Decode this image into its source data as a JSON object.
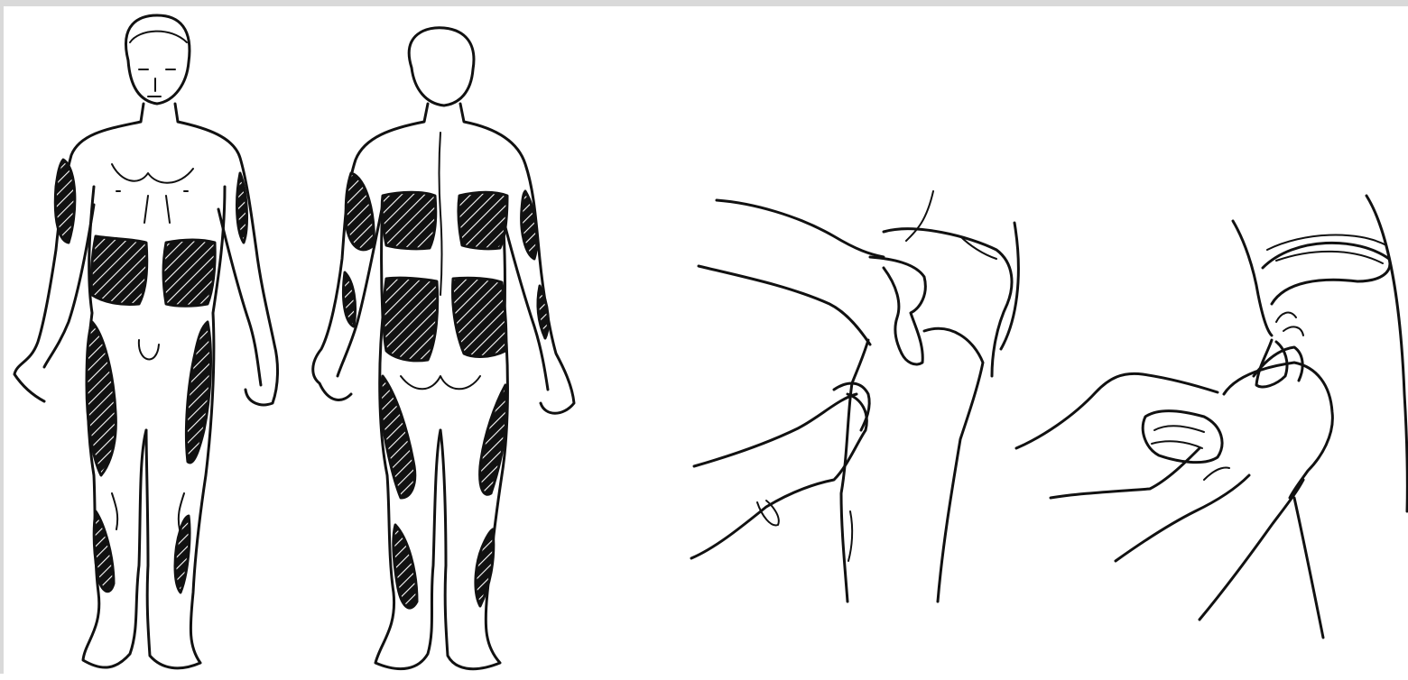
{
  "figure": {
    "panels": [
      {
        "id": "body-front",
        "subject": "human-figure-front"
      },
      {
        "id": "body-back",
        "subject": "human-figure-back"
      },
      {
        "id": "hands-pinch",
        "subject": "hands-pinching-skin-fold"
      },
      {
        "id": "hands-inject",
        "subject": "hands-injecting-syringe"
      }
    ],
    "colors": {
      "ink": "#111111",
      "background": "#ffffff",
      "frame": "#d9d9d9"
    }
  }
}
